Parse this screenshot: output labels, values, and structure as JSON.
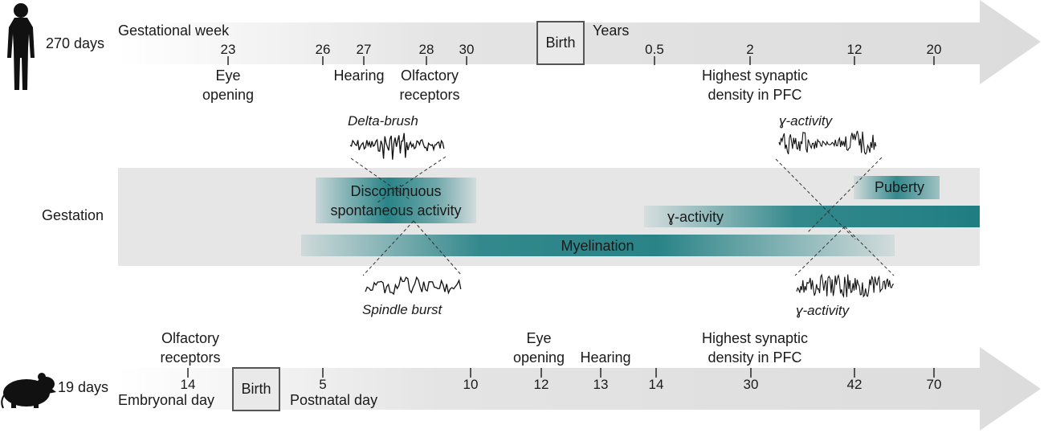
{
  "human": {
    "label": "270 days",
    "axis_title": "Gestational week",
    "birth": "Birth",
    "postnatal_title": "Years",
    "ticks_prenatal": [
      "23",
      "26",
      "27",
      "28",
      "30"
    ],
    "ticks_postnatal": [
      "0.5",
      "2",
      "12",
      "20"
    ],
    "events": {
      "eye_opening_1": "Eye",
      "eye_opening_2": "opening",
      "hearing": "Hearing",
      "olfactory_1": "Olfactory",
      "olfactory_2": "receptors",
      "synaptic_1": "Highest synaptic",
      "synaptic_2": "density in PFC"
    }
  },
  "middle": {
    "row_label": "Gestation",
    "bars": {
      "discontinuous_1": "Discontinuous",
      "discontinuous_2": "spontaneous activity",
      "gamma": "ɣ-activity",
      "myelination": "Myelination",
      "puberty": "Puberty"
    },
    "traces": {
      "delta_brush": "Delta-brush",
      "spindle_burst": "Spindle burst",
      "gamma_top": "ɣ-activity",
      "gamma_bottom": "ɣ-activity"
    }
  },
  "mouse": {
    "label": "19 days",
    "axis_title_prenatal": "Embryonal day",
    "birth": "Birth",
    "axis_title_postnatal": "Postnatal day",
    "ticks": [
      "14",
      "5",
      "10",
      "12",
      "13",
      "14",
      "30",
      "42",
      "70"
    ],
    "events": {
      "olfactory_1": "Olfactory",
      "olfactory_2": "receptors",
      "eye_opening_1": "Eye",
      "eye_opening_2": "opening",
      "hearing": "Hearing",
      "synaptic_1": "Highest synaptic",
      "synaptic_2": "density in PFC"
    }
  },
  "colors": {
    "teal": "#1f7e82",
    "band": "#e6e6e6",
    "arrow_dark": "#d9d9d9",
    "text": "#1a1a1a"
  }
}
